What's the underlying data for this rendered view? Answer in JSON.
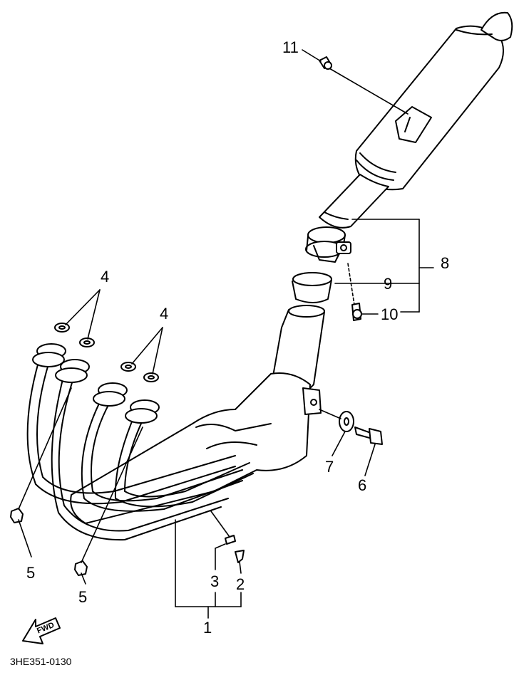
{
  "diagram": {
    "callouts": {
      "c1": "1",
      "c2": "2",
      "c3": "3",
      "c4a": "4",
      "c4b": "4",
      "c5a": "5",
      "c5b": "5",
      "c6": "6",
      "c7": "7",
      "c8": "8",
      "c9": "9",
      "c10": "10",
      "c11": "11"
    },
    "fwd_label": "FWD",
    "drawing_code": "3HE351-0130"
  }
}
